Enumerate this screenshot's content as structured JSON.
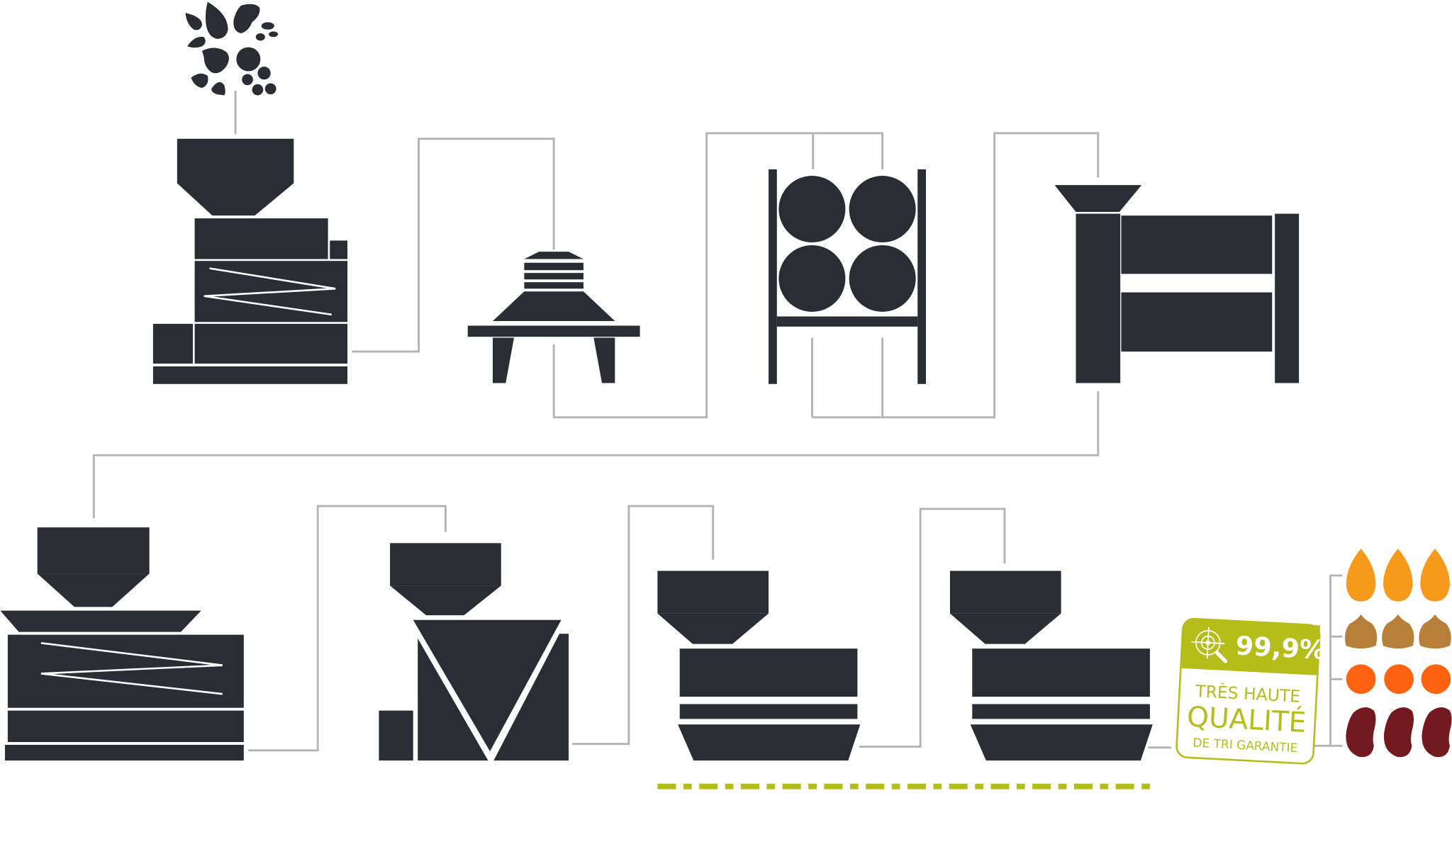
{
  "badge": {
    "percent": "99,9%",
    "line1": "TRÈS HAUTE",
    "line2": "QUALITÉ",
    "line3": "DE TRI GARANTIE",
    "icon": "target-magnifier-icon"
  },
  "colors": {
    "machine": "#2a2d34",
    "connector": "#b3b3b3",
    "accent_green": "#b5bd1a",
    "seed_almond": "#f59a1b",
    "seed_hazelnut": "#b87f3a",
    "seed_lentil": "#ff6210",
    "seed_bean": "#731a21"
  }
}
